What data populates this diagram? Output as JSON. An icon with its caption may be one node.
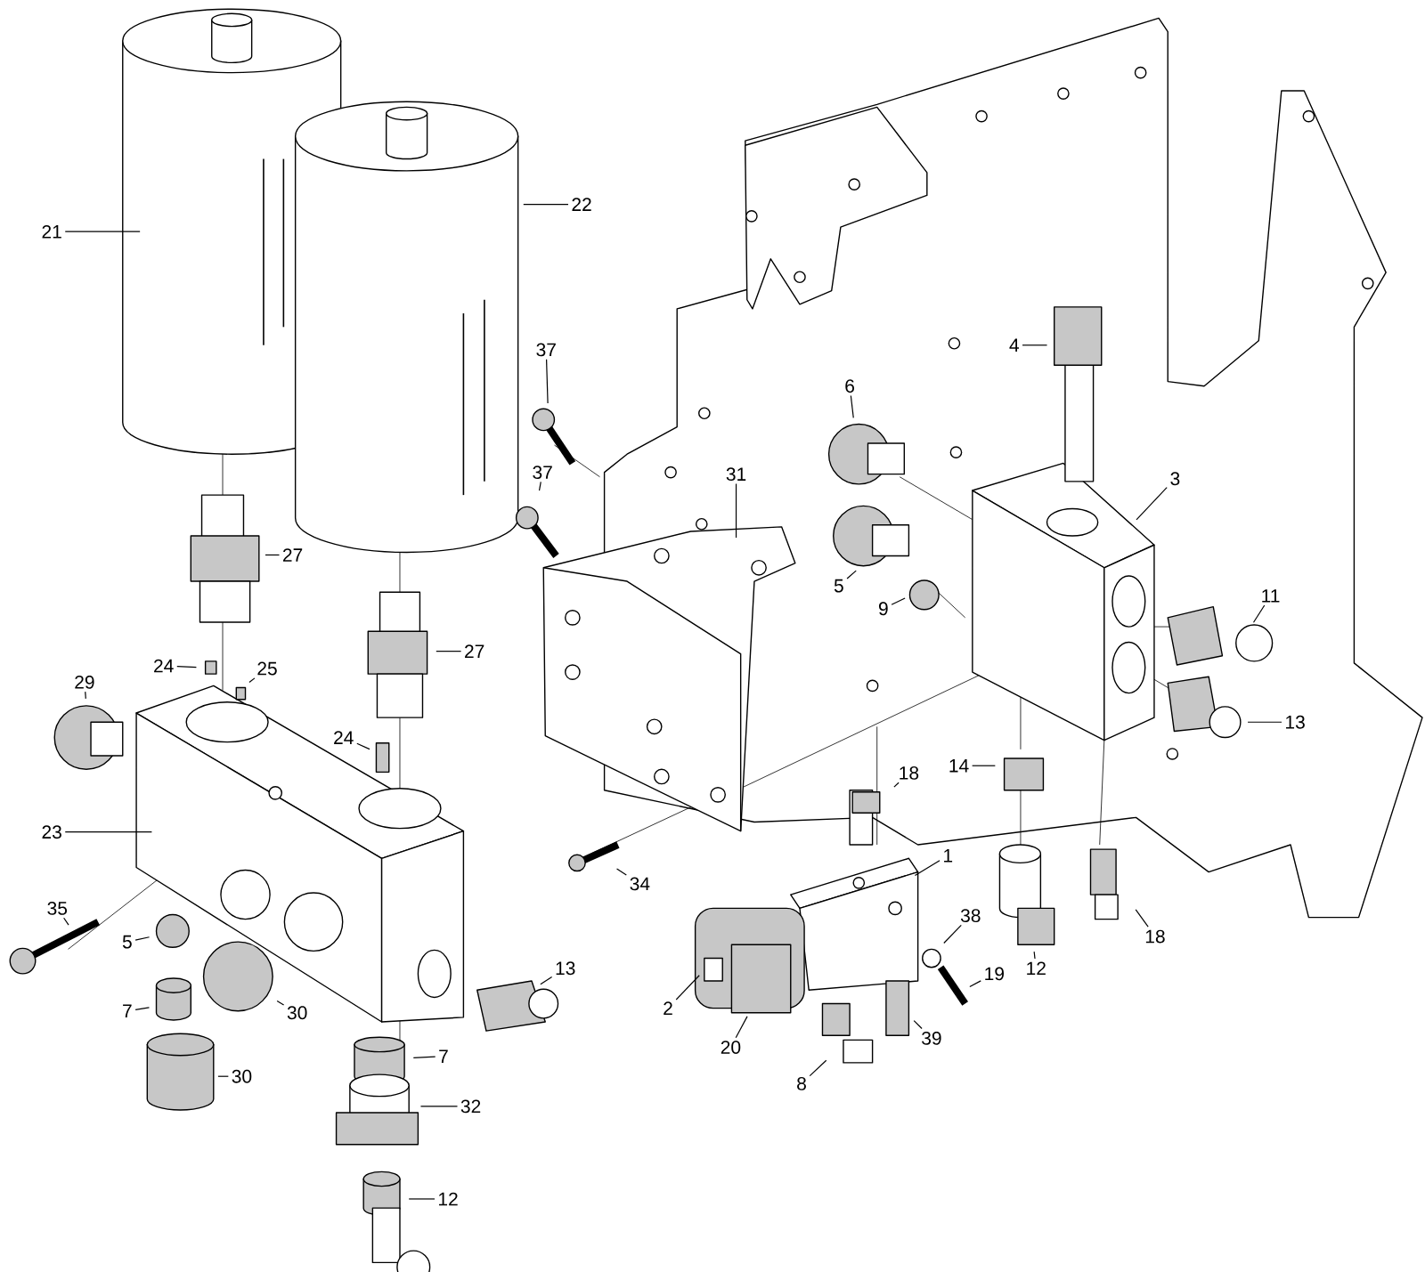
{
  "diagram": {
    "nodes": [
      {
        "text": [
          "21"
        ]
      },
      {
        "text": [
          "22"
        ]
      },
      {
        "text": [
          "37"
        ]
      },
      {
        "text": [
          "37"
        ]
      },
      {
        "text": [
          "31"
        ]
      },
      {
        "text": [
          "4"
        ]
      },
      {
        "text": [
          "6"
        ]
      },
      {
        "text": [
          "3"
        ]
      },
      {
        "text": [
          "5"
        ]
      },
      {
        "text": [
          "9"
        ]
      },
      {
        "text": [
          "11"
        ]
      },
      {
        "text": [
          "13"
        ]
      },
      {
        "text": [
          "14"
        ]
      },
      {
        "text": [
          "18"
        ]
      },
      {
        "text": [
          "1"
        ]
      },
      {
        "text": [
          "38"
        ]
      },
      {
        "text": [
          "19"
        ]
      },
      {
        "text": [
          "12"
        ]
      },
      {
        "text": [
          "18"
        ]
      },
      {
        "text": [
          "39"
        ]
      },
      {
        "text": [
          "8"
        ]
      },
      {
        "text": [
          "20"
        ]
      },
      {
        "text": [
          "2"
        ]
      },
      {
        "text": [
          "34"
        ]
      },
      {
        "text": [
          "27"
        ]
      },
      {
        "text": [
          "27"
        ]
      },
      {
        "text": [
          "24"
        ]
      },
      {
        "text": [
          "25"
        ]
      },
      {
        "text": [
          "29"
        ]
      },
      {
        "text": [
          "24"
        ]
      },
      {
        "text": [
          "23"
        ]
      },
      {
        "text": [
          "35"
        ]
      },
      {
        "text": [
          "5"
        ]
      },
      {
        "text": [
          "7"
        ]
      },
      {
        "text": [
          "30"
        ]
      },
      {
        "text": [
          "13"
        ]
      },
      {
        "text": [
          "7"
        ]
      },
      {
        "text": [
          "30"
        ]
      },
      {
        "text": [
          "32"
        ]
      },
      {
        "text": [
          "12"
        ]
      }
    ],
    "edges": [
      {
        "from": 0,
        "to": null,
        "arrow": "none"
      },
      {
        "from": 1,
        "to": null,
        "arrow": "none"
      },
      {
        "from": 2,
        "to": null,
        "arrow": "none"
      },
      {
        "from": 3,
        "to": null,
        "arrow": "none"
      },
      {
        "from": 4,
        "to": null,
        "arrow": "none"
      },
      {
        "from": 5,
        "to": null,
        "arrow": "none"
      },
      {
        "from": 6,
        "to": null,
        "arrow": "none"
      },
      {
        "from": 7,
        "to": null,
        "arrow": "none"
      },
      {
        "from": 8,
        "to": null,
        "arrow": "none"
      },
      {
        "from": 9,
        "to": null,
        "arrow": "none"
      },
      {
        "from": 10,
        "to": null,
        "arrow": "none"
      },
      {
        "from": 11,
        "to": null,
        "arrow": "none"
      },
      {
        "from": 12,
        "to": null,
        "arrow": "none"
      },
      {
        "from": 13,
        "to": null,
        "arrow": "none"
      },
      {
        "from": 14,
        "to": null,
        "arrow": "none"
      },
      {
        "from": 15,
        "to": null,
        "arrow": "none"
      },
      {
        "from": 16,
        "to": null,
        "arrow": "none"
      },
      {
        "from": 17,
        "to": null,
        "arrow": "none"
      },
      {
        "from": 18,
        "to": null,
        "arrow": "none"
      },
      {
        "from": 19,
        "to": null,
        "arrow": "none"
      },
      {
        "from": 20,
        "to": null,
        "arrow": "none"
      },
      {
        "from": 21,
        "to": null,
        "arrow": "none"
      },
      {
        "from": 22,
        "to": null,
        "arrow": "none"
      },
      {
        "from": 23,
        "to": null,
        "arrow": "none"
      },
      {
        "from": 24,
        "to": null,
        "arrow": "none"
      },
      {
        "from": 25,
        "to": null,
        "arrow": "none"
      },
      {
        "from": 26,
        "to": null,
        "arrow": "none"
      },
      {
        "from": 27,
        "to": null,
        "arrow": "none"
      },
      {
        "from": 28,
        "to": null,
        "arrow": "none"
      },
      {
        "from": 29,
        "to": null,
        "arrow": "none"
      },
      {
        "from": 30,
        "to": null,
        "arrow": "none"
      },
      {
        "from": 31,
        "to": null,
        "arrow": "none"
      },
      {
        "from": 32,
        "to": null,
        "arrow": "none"
      },
      {
        "from": 33,
        "to": null,
        "arrow": "none"
      },
      {
        "from": 34,
        "to": null,
        "arrow": "none"
      },
      {
        "from": 35,
        "to": null,
        "arrow": "none"
      },
      {
        "from": 36,
        "to": null,
        "arrow": "none"
      },
      {
        "from": 37,
        "to": null,
        "arrow": "none"
      },
      {
        "from": 38,
        "to": null,
        "arrow": "none"
      },
      {
        "from": 39,
        "to": null,
        "arrow": "none"
      }
    ]
  }
}
